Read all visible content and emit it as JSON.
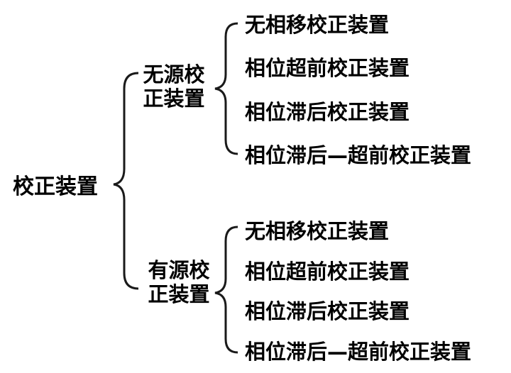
{
  "root": "校正装置",
  "groups": [
    {
      "label_line1": "无源校",
      "label_line2": "正装置",
      "items": [
        "无相移校正装置",
        "相位超前校正装置",
        "相位滞后校正装置",
        "相位滞后—超前校正装置"
      ]
    },
    {
      "label_line1": "有源校",
      "label_line2": "正装置",
      "items": [
        "无相移校正装置",
        "相位超前校正装置",
        "相位滞后校正装置",
        "相位滞后—超前校正装置"
      ]
    }
  ],
  "colors": {
    "text": "#000000",
    "bracket": "#1a1a1a",
    "background": "#ffffff"
  }
}
